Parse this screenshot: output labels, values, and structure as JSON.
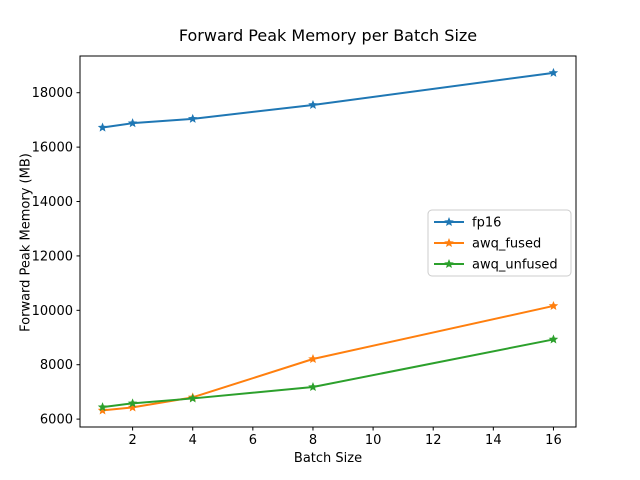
{
  "chart_data": {
    "type": "line",
    "title": "Forward Peak Memory per Batch Size",
    "xlabel": "Batch Size",
    "ylabel": "Forward Peak Memory (MB)",
    "x": [
      1,
      2,
      4,
      8,
      16
    ],
    "series": [
      {
        "name": "fp16",
        "color": "#1f77b4",
        "values": [
          16720,
          16880,
          17040,
          17550,
          18730
        ]
      },
      {
        "name": "awq_fused",
        "color": "#ff7f0e",
        "values": [
          6320,
          6430,
          6800,
          8210,
          10160
        ]
      },
      {
        "name": "awq_unfused",
        "color": "#2ca02c",
        "values": [
          6440,
          6580,
          6760,
          7180,
          8930
        ]
      }
    ],
    "marker": "star",
    "xticks": [
      2,
      4,
      6,
      8,
      10,
      12,
      14,
      16
    ],
    "yticks": [
      6000,
      8000,
      10000,
      12000,
      14000,
      16000,
      18000
    ],
    "xlim": [
      0.25,
      16.75
    ],
    "ylim": [
      5710,
      19350
    ],
    "grid": false,
    "legend_position": "center right",
    "background": "#ffffff",
    "axis_color": "#000000",
    "legend_border_color": "#cccccc"
  }
}
